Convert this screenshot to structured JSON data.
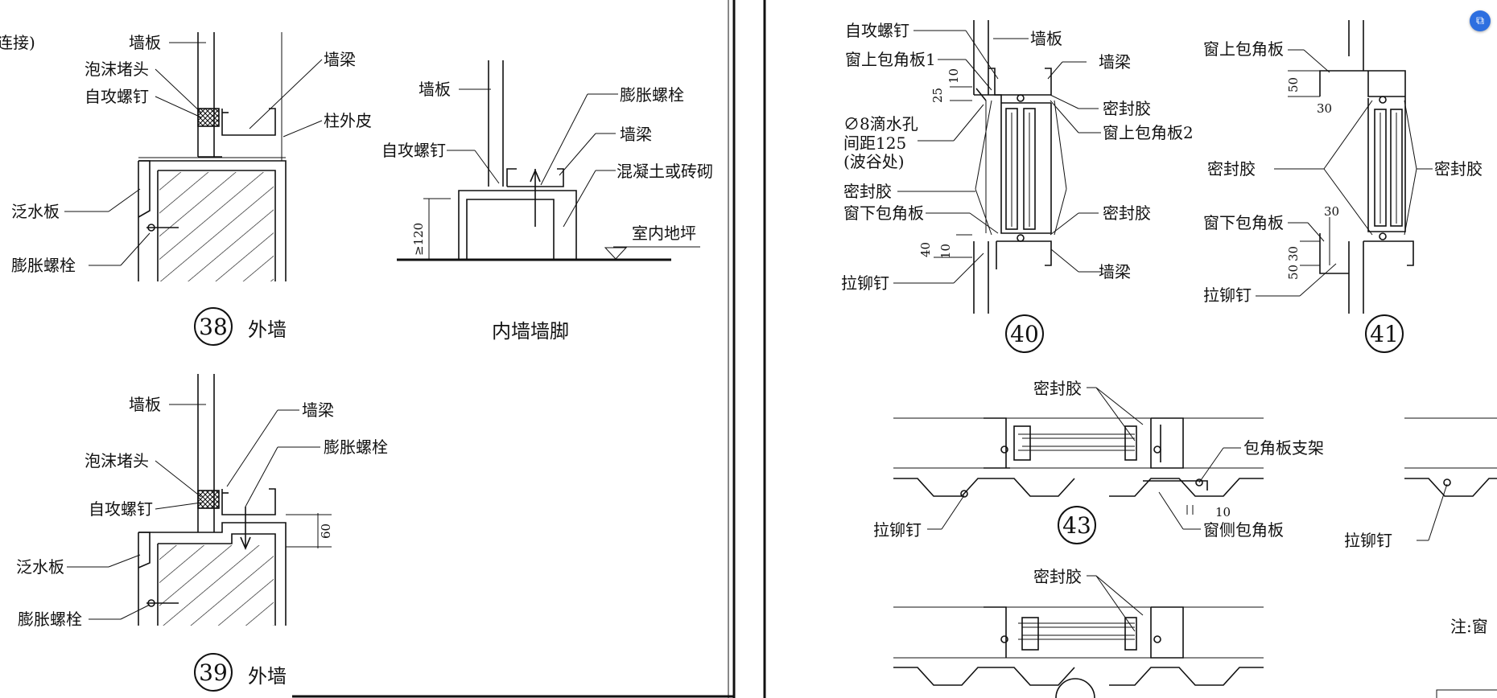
{
  "colors": {
    "ink": "#111111",
    "paper": "#ffffff",
    "float_button": "#2d6fe0"
  },
  "float_button": {
    "icon": "export-icon",
    "glyph": "⧉"
  },
  "left_sheet": {
    "clipped_left_label": "连接)",
    "detail38": {
      "labels": {
        "wall_panel": "墙板",
        "foam_plug": "泡沫堵头",
        "tapping_screw": "自攻螺钉",
        "wall_beam": "墙梁",
        "column_outer": "柱外皮",
        "flashing": "泛水板",
        "expansion_bolt": "膨胀螺栓"
      },
      "number": "38",
      "title": "外墙"
    },
    "inner_footing": {
      "labels": {
        "wall_panel": "墙板",
        "tapping_screw": "自攻螺钉",
        "expansion_bolt": "膨胀螺栓",
        "wall_beam": "墙梁",
        "concrete": "混凝土或砖砌",
        "floor": "室内地坪"
      },
      "dim": "≥120",
      "title": "内墙墙脚"
    },
    "detail39": {
      "labels": {
        "wall_panel": "墙板",
        "wall_beam": "墙梁",
        "expansion_bolt_top": "膨胀螺栓",
        "foam_plug": "泡沫堵头",
        "tapping_screw": "自攻螺钉",
        "flashing": "泛水板",
        "expansion_bolt": "膨胀螺栓"
      },
      "dim": "60",
      "number": "39",
      "title": "外墙"
    }
  },
  "right_sheet": {
    "detail40": {
      "labels": {
        "tapping_screw": "自攻螺钉",
        "wall_panel": "墙板",
        "window_top_trim1": "窗上包角板1",
        "wall_beam_top": "墙梁",
        "sealant_top": "密封胶",
        "window_top_trim2": "窗上包角板2",
        "drip_hole_1": "∅8滴水孔",
        "drip_hole_2": "间距125",
        "drip_hole_3": "(波谷处)",
        "sealant_left": "密封胶",
        "window_bottom_trim": "窗下包角板",
        "sealant_bottom": "密封胶",
        "rivet": "拉铆钉",
        "wall_beam_bottom": "墙梁"
      },
      "dims": [
        "10",
        "25",
        "40",
        "10"
      ],
      "number": "40"
    },
    "detail41": {
      "labels": {
        "window_top_trim": "窗上包角板",
        "sealant_left": "密封胶",
        "sealant_right": "密封胶",
        "window_bottom_trim": "窗下包角板",
        "rivet": "拉铆钉"
      },
      "dims": [
        "50",
        "30",
        "30",
        "30",
        "50"
      ],
      "number": "41"
    },
    "detail43": {
      "labels": {
        "sealant": "密封胶",
        "trim_bracket": "包角板支架",
        "rivet": "拉铆钉",
        "window_side_trim": "窗侧包角板"
      },
      "dim": "10",
      "number": "43"
    },
    "detail44": {
      "labels": {
        "sealant": "密封胶"
      }
    },
    "clipped_right": {
      "rivet": "拉铆钉",
      "note": "注:窗"
    }
  }
}
